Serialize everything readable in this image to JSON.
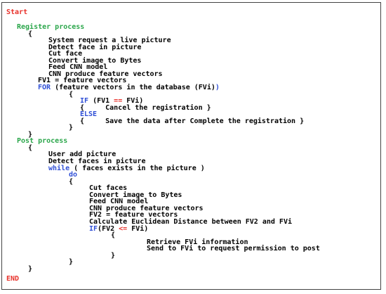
{
  "colors": {
    "start_end": "#e8312a",
    "section": "#2aa64a",
    "keyword": "#2f4fd6",
    "text": "#000000"
  },
  "code": {
    "start": "Start",
    "register_title": "Register process",
    "brace_open_1": "{",
    "r1": "System request a live picture",
    "r2": "Detect face in picture",
    "r3": "Cut face",
    "r4": "Convert image to Bytes",
    "r5": "Feed CNN model",
    "r6": "CNN produce feature vectors",
    "r7": "FV1 = feature vectors",
    "for_kw": "FOR",
    "for_rest": " (feature vectors in the database (FVi)",
    "for_close": ")",
    "brace_open_2": "{",
    "if_kw": "IF",
    "if_a": " (FV1 ",
    "if_op": "==",
    "if_b": " FVi)",
    "cancel": "{     Cancel the registration }",
    "else_kw": "ELSE",
    "save": "{     Save the data after Complete the registration }",
    "brace_close_2": "}",
    "brace_close_1": "}",
    "post_title": "Post process",
    "brace_open_3": "{",
    "p1": "User add picture",
    "p2": "Detect faces in picture",
    "while_kw": "while",
    "while_rest": " ( faces exists in the picture )",
    "do_kw": "do",
    "brace_open_4": "{",
    "d1": "Cut faces",
    "d2": "Convert image to Bytes",
    "d3": "Feed CNN model",
    "d4": "CNN produce feature vectors",
    "d5": "FV2 = feature vectors",
    "d6": "Calculate Euclidean Distance between FV2 and FVi",
    "if2_kw": "IF",
    "if2_a": "(FV2 ",
    "if2_op": "<=",
    "if2_b": " FVi)",
    "brace_open_5": "{",
    "d7": "Retrieve FVi information",
    "d8": "Send to FVi to request permission to post",
    "brace_close_5": "}",
    "brace_close_4": "}",
    "brace_close_3": "}",
    "end": "END"
  }
}
